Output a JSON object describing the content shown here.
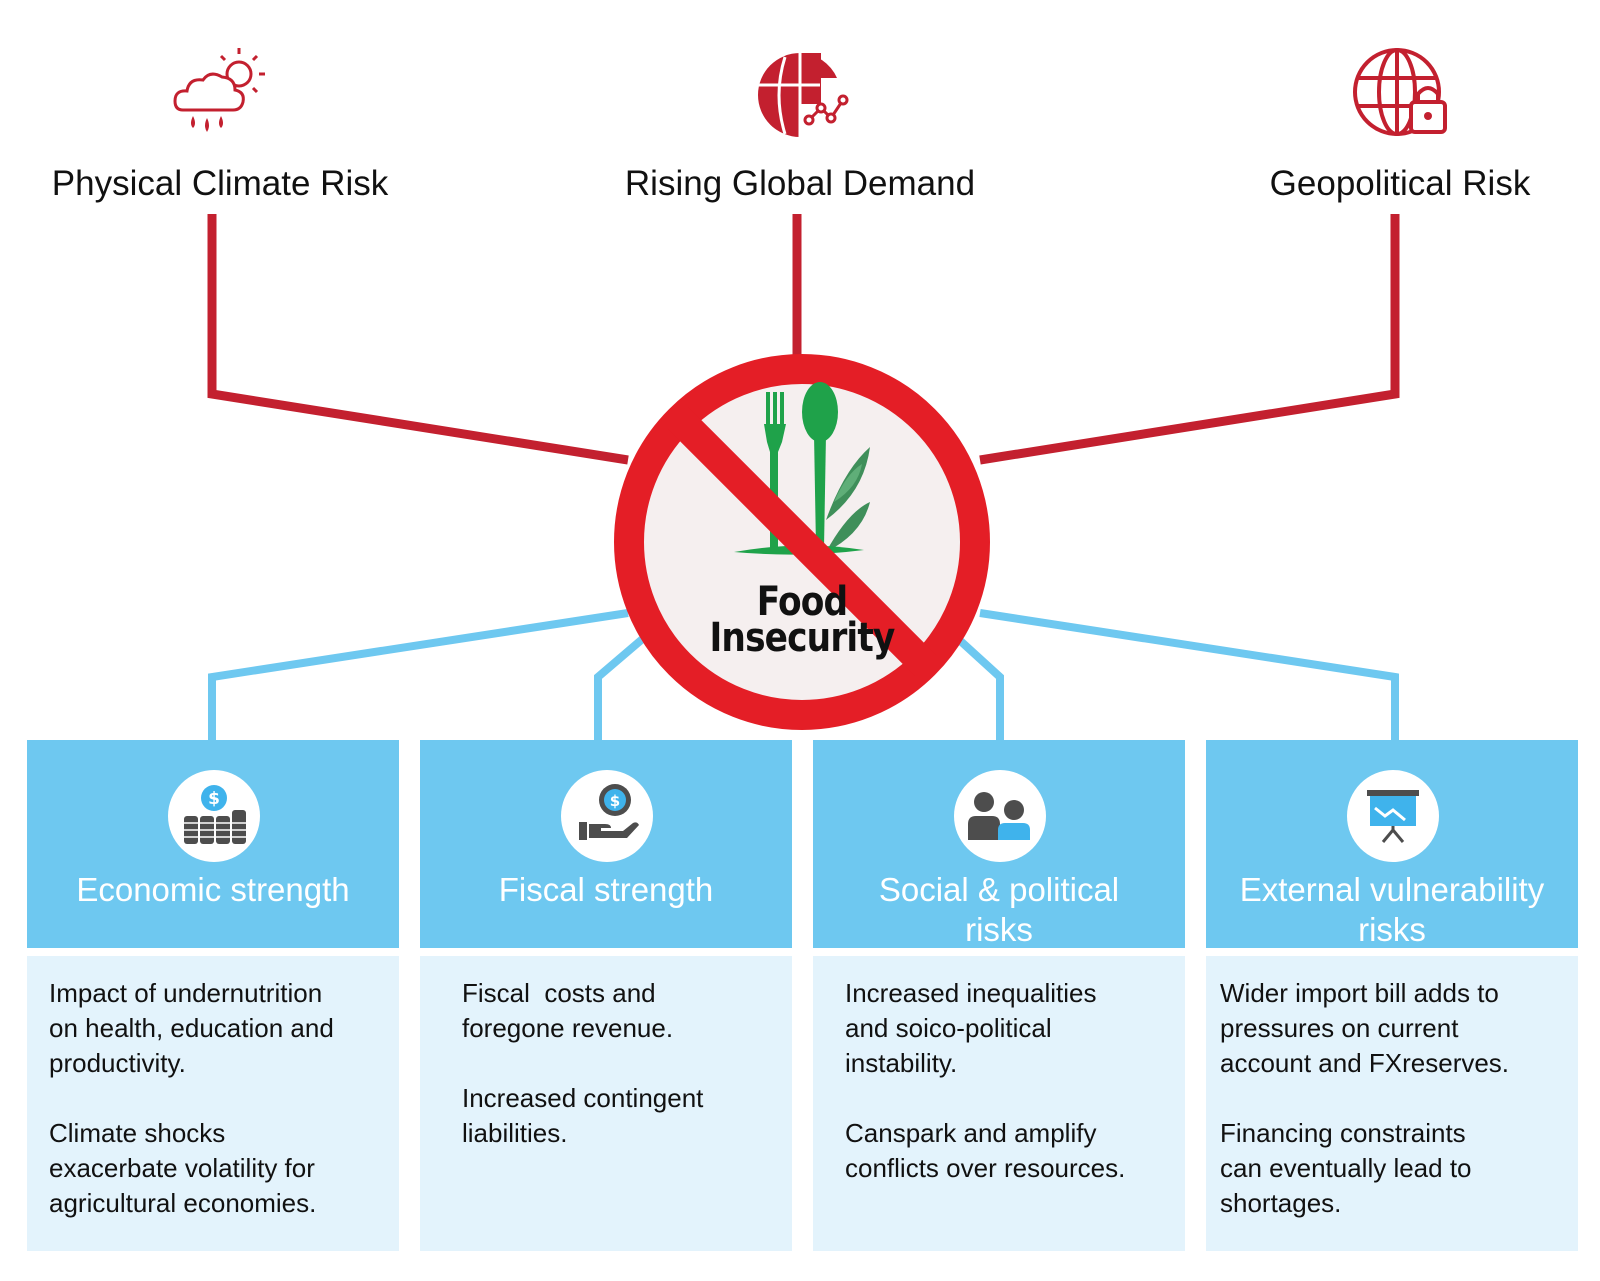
{
  "colors": {
    "risk_red": "#c3202f",
    "link_blue": "#6ec8f0",
    "stop_sign_red": "#e41e26",
    "food_green": "#1fa24a",
    "pillar_head": "#6ec8f0",
    "pillar_body": "#e3f3fc"
  },
  "drivers": [
    {
      "label": "Physical Climate Risk",
      "icon": "cloud-rain-sun-icon"
    },
    {
      "label": "Rising Global Demand",
      "icon": "globe-trend-icon"
    },
    {
      "label": "Geopolitical Risk",
      "icon": "globe-lock-icon"
    }
  ],
  "center": {
    "title_line1": "Food",
    "title_line2": "Insecurity",
    "icon": "no-food-sign-icon"
  },
  "pillars": [
    {
      "icon": "coins-dollar-icon",
      "title_lines": [
        "Economic strength"
      ],
      "paragraphs": [
        [
          "Impact of undernutrition",
          "on health, education and",
          "productivity."
        ],
        [
          "Climate shocks",
          "exacerbate volatility for",
          "agricultural economies."
        ]
      ]
    },
    {
      "icon": "hand-coin-icon",
      "title_lines": [
        "Fiscal strength"
      ],
      "paragraphs": [
        [
          "Fiscal  costs and",
          "foregone revenue."
        ],
        [
          "Increased contingent",
          "liabilities."
        ]
      ]
    },
    {
      "icon": "people-icon",
      "title_lines": [
        "Social & political",
        "risks"
      ],
      "paragraphs": [
        [
          "Increased inequalities",
          "and soico-political",
          "instability."
        ],
        [
          "Canspark and amplify",
          "conflicts over resources."
        ]
      ]
    },
    {
      "icon": "presentation-chart-icon",
      "title_lines": [
        "External vulnerability",
        "risks"
      ],
      "paragraphs": [
        [
          "Wider import bill adds to",
          "pressures on current",
          "account and FXreserves."
        ],
        [
          "Financing constraints",
          "can eventually lead to",
          "shortages."
        ]
      ]
    }
  ]
}
